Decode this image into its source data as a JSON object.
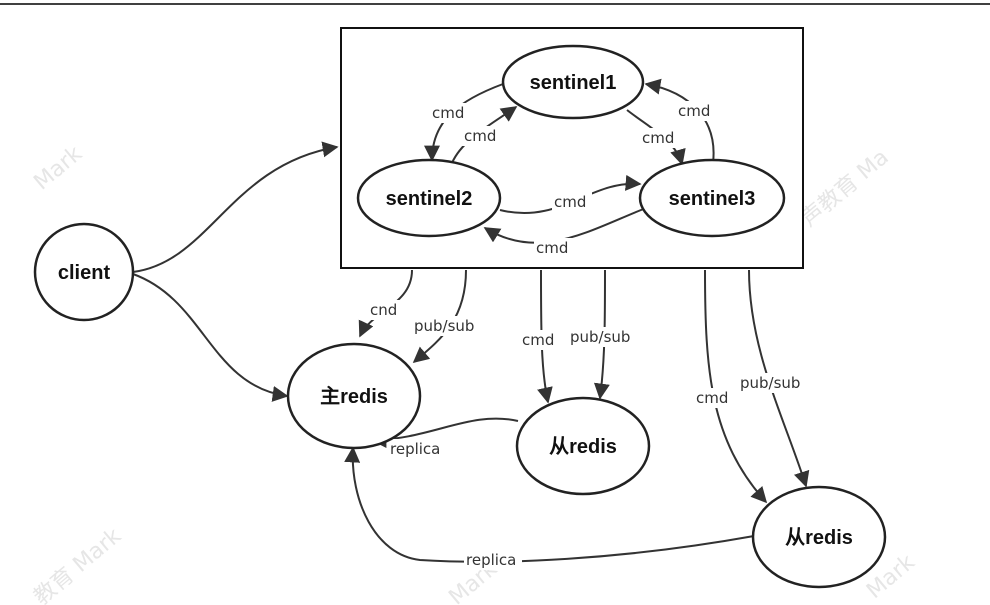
{
  "nodes": {
    "sentinel1": "sentinel1",
    "sentinel2": "sentinel2",
    "sentinel3": "sentinel3",
    "client": "client",
    "master": "主redis",
    "slave1": "从redis",
    "slave2": "从redis"
  },
  "edges": {
    "s1_to_s2": "cmd",
    "s2_to_s1": "cmd",
    "s1_to_s3": "cmd",
    "s3_to_s1": "cmd",
    "s2_to_s3": "cmd",
    "s3_to_s2": "cmd",
    "box_to_master_cmd": "cnd",
    "box_to_master_pubsub": "pub/sub",
    "box_to_slave1_cmd": "cmd",
    "box_to_slave1_pubsub": "pub/sub",
    "box_to_slave2_cmd": "cmd",
    "box_to_slave2_pubsub": "pub/sub",
    "slave1_replica": "replica",
    "slave2_replica": "replica"
  },
  "watermarks": [
    "Mark",
    "教育 Mark",
    "声教育 Ma",
    "Mark",
    "Mark"
  ]
}
